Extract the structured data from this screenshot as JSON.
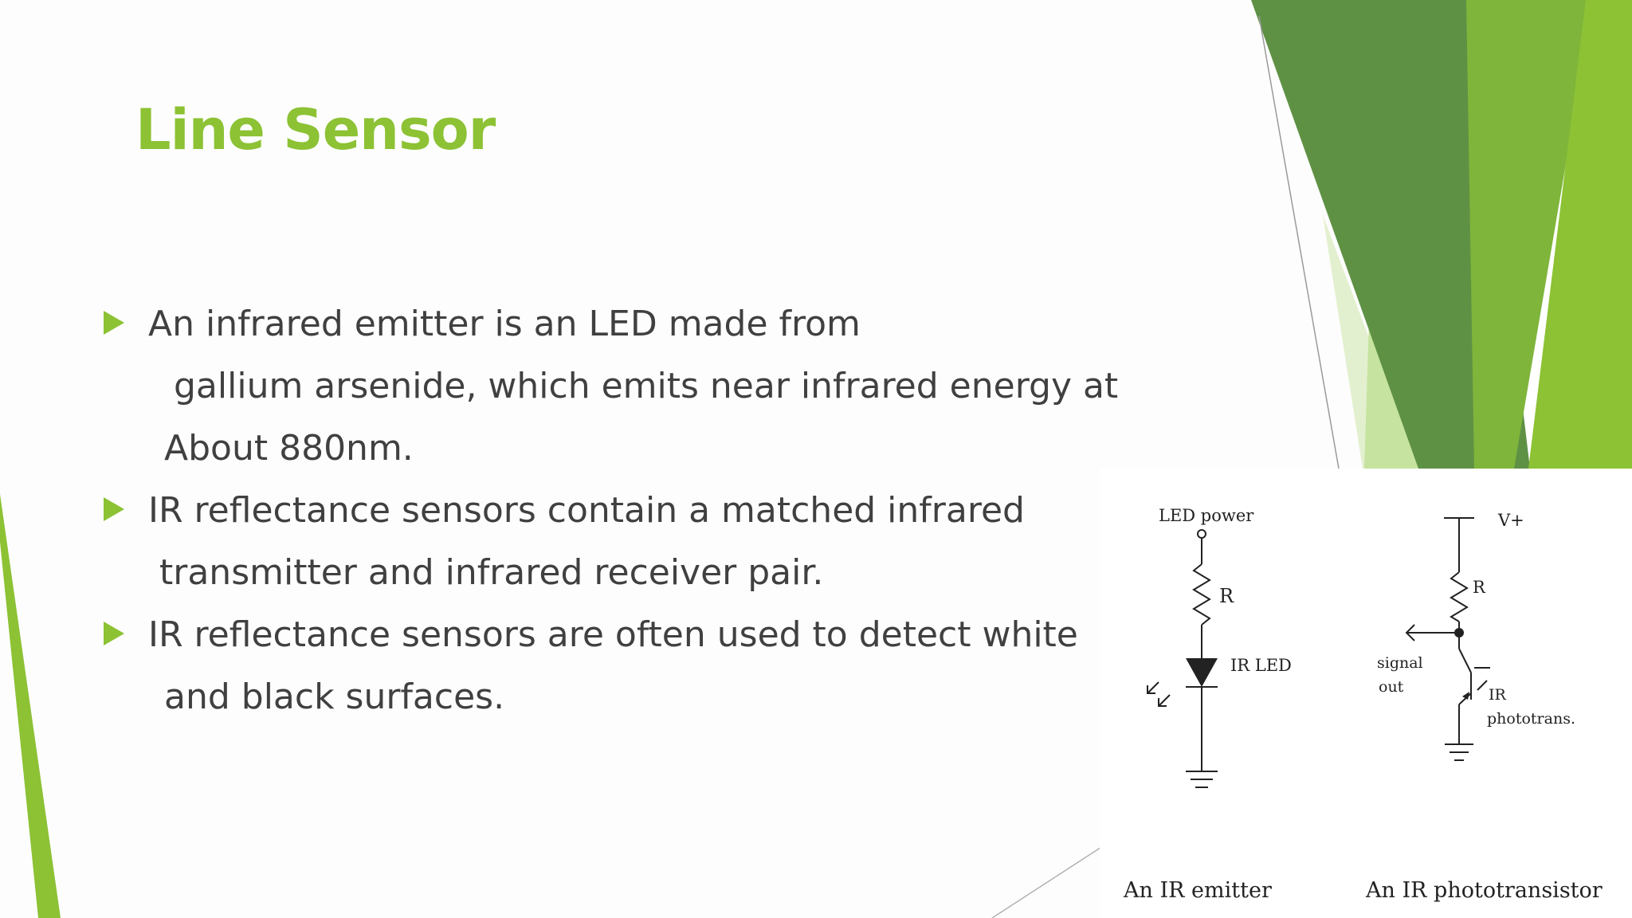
{
  "slide": {
    "title": "Line Sensor",
    "bullets": [
      {
        "lines": [
          "An infrared emitter is an LED made from",
          "gallium arsenide, which emits near infrared energy at",
          "About 880nm."
        ]
      },
      {
        "lines": [
          "IR reflectance sensors contain a matched infrared",
          "transmitter and infrared receiver pair."
        ]
      },
      {
        "lines": [
          "IR reflectance sensors are often used to detect white",
          "and black surfaces."
        ]
      }
    ],
    "colors": {
      "accent": "#8cc234",
      "dark_green": "#5f9145",
      "text": "#404040"
    }
  },
  "circuit": {
    "emitter": {
      "power_label": "LED power",
      "resistor_label": "R",
      "led_label": "IR LED",
      "caption": "An IR emitter"
    },
    "phototransistor": {
      "supply_label": "V+",
      "resistor_label": "R",
      "signal_label_1": "signal",
      "signal_label_2": "out",
      "device_label_1": "IR",
      "device_label_2": "phototrans.",
      "caption": "An IR phototransistor"
    }
  }
}
